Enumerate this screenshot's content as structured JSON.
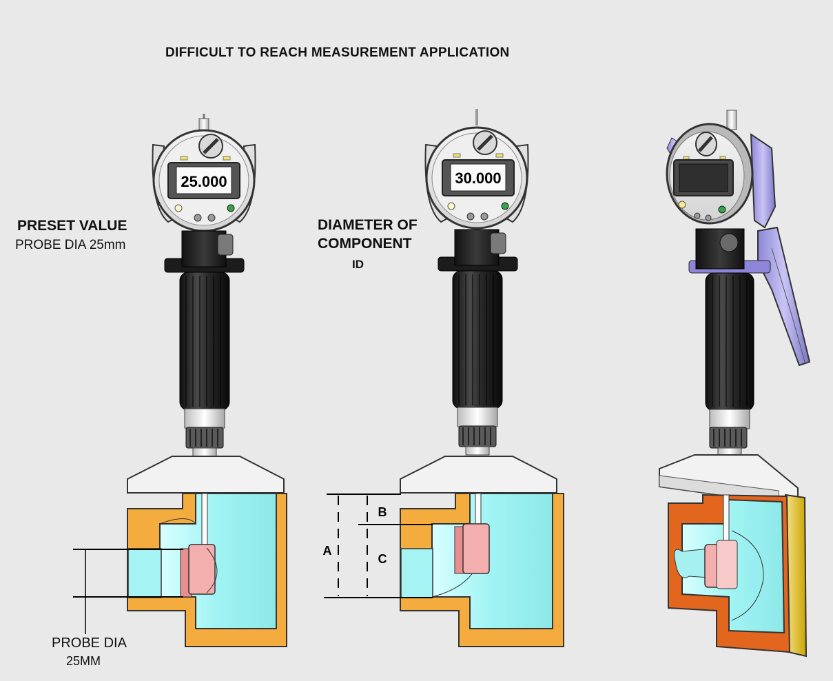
{
  "title": "DIFFICULT TO REACH MEASUREMENT APPLICATION",
  "left_label": {
    "line1": "PRESET VALUE",
    "line2": "PROBE DIA 25mm"
  },
  "middle_label": {
    "line1": "DIAMETER OF",
    "line2": "COMPONENT",
    "line3": "ID"
  },
  "bottom_label": {
    "line1": "PROBE DIA",
    "line2": "25MM"
  },
  "gauge_left": {
    "reading": "25.000"
  },
  "gauge_middle": {
    "reading": "30.000"
  },
  "dimensions": {
    "a": "A",
    "b": "B",
    "c": "C"
  },
  "colors": {
    "component": "#f4ac3e",
    "bore": "#9ff5f5",
    "probe": "#f3aeae",
    "handle": "#1f1f1f",
    "accent": "#a7a0e6"
  }
}
